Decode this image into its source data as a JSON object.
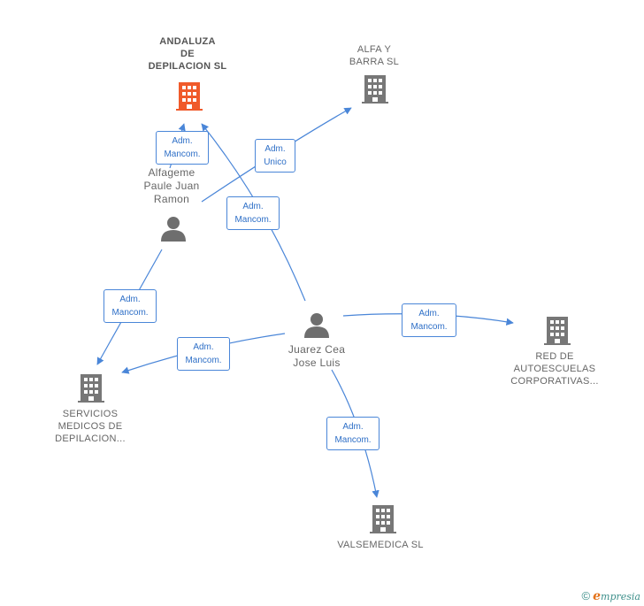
{
  "colors": {
    "edge": "#4a86d8",
    "building_main": "#f05a2a",
    "building": "#777777",
    "person": "#6e6e6e"
  },
  "nodes": {
    "andaluza": {
      "name": "ANDALUZA DE DEPILACION SL",
      "lines": [
        "ANDALUZA",
        "DE",
        "DEPILACION SL"
      ],
      "icon": "building-icon"
    },
    "alfa": {
      "name": "ALFA Y BARRA SL",
      "lines": [
        "ALFA Y",
        "BARRA SL"
      ],
      "icon": "building-icon"
    },
    "alfageme": {
      "name": "Alfageme Paule Juan Ramon",
      "lines": [
        "Alfageme",
        "Paule Juan",
        "Ramon"
      ],
      "icon": "person-icon"
    },
    "juarez": {
      "name": "Juarez Cea Jose Luis",
      "lines": [
        "Juarez Cea",
        "Jose Luis"
      ],
      "icon": "person-icon"
    },
    "red": {
      "name": "RED DE AUTOESCUELAS CORPORATIVAS...",
      "lines": [
        "RED DE",
        "AUTOESCUELAS",
        "CORPORATIVAS..."
      ],
      "icon": "building-icon"
    },
    "servicios": {
      "name": "SERVICIOS MEDICOS DE DEPILACION...",
      "lines": [
        "SERVICIOS",
        "MEDICOS DE",
        "DEPILACION..."
      ],
      "icon": "building-icon"
    },
    "valsemedica": {
      "name": "VALSEMEDICA SL",
      "lines": [
        "VALSEMEDICA SL"
      ],
      "icon": "building-icon"
    }
  },
  "edges": [
    {
      "from": "alfageme",
      "to": "andaluza",
      "label": [
        "Adm.",
        "Mancom."
      ]
    },
    {
      "from": "alfageme",
      "to": "alfa",
      "label": [
        "Adm.",
        "Unico"
      ]
    },
    {
      "from": "juarez",
      "to": "andaluza",
      "label": [
        "Adm.",
        "Mancom."
      ]
    },
    {
      "from": "alfageme",
      "to": "servicios",
      "label": [
        "Adm.",
        "Mancom."
      ]
    },
    {
      "from": "juarez",
      "to": "servicios",
      "label": [
        "Adm.",
        "Mancom."
      ]
    },
    {
      "from": "juarez",
      "to": "red",
      "label": [
        "Adm.",
        "Mancom."
      ]
    },
    {
      "from": "juarez",
      "to": "valsemedica",
      "label": [
        "Adm.",
        "Mancom."
      ]
    }
  ],
  "footer": {
    "copyright": "©",
    "brand_first": "e",
    "brand_rest": "mpresia"
  }
}
